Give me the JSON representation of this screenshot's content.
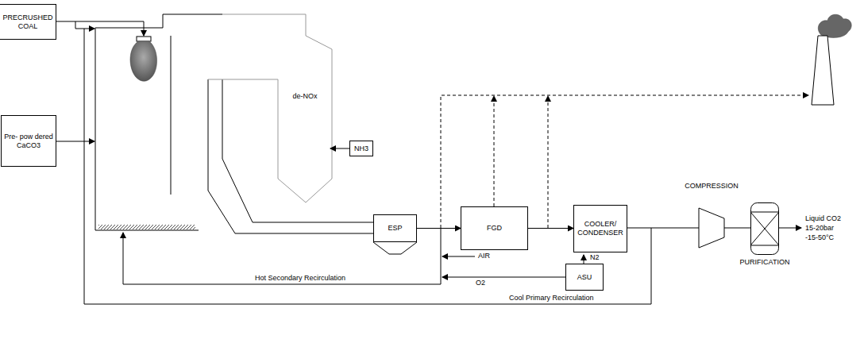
{
  "diagram": {
    "nodes": [
      {
        "text": [
          "PRECRUSHED COAL"
        ]
      },
      {
        "text": [
          "Pre- pow dered CaCO3"
        ]
      },
      {
        "text": [
          "de-NOx"
        ]
      },
      {
        "text": [
          "NH3"
        ]
      },
      {
        "text": [
          "ESP"
        ]
      },
      {
        "text": [
          "FGD"
        ]
      },
      {
        "text": [
          "COOLER/ CONDENSER"
        ]
      },
      {
        "text": [
          "COMPRESSION"
        ]
      },
      {
        "text": [
          "PURIFICATION"
        ]
      },
      {
        "text": [
          "ASU"
        ]
      }
    ],
    "edges": [
      {
        "from": 3,
        "to": 2,
        "arrow": "to"
      },
      {
        "from": 4,
        "to": 5,
        "arrow": "to"
      },
      {
        "from": 5,
        "to": 6,
        "arrow": "to"
      },
      {
        "from": 6,
        "to": 7,
        "arrow": "none"
      },
      {
        "from": 7,
        "to": 8,
        "arrow": "none"
      }
    ],
    "labels": [
      "AIR",
      "N2",
      "O2",
      "Hot Secondary Recirculation",
      "Cool Primary Recirculation",
      "Liquid CO2",
      "15-20bar",
      "-15-50°C"
    ]
  }
}
